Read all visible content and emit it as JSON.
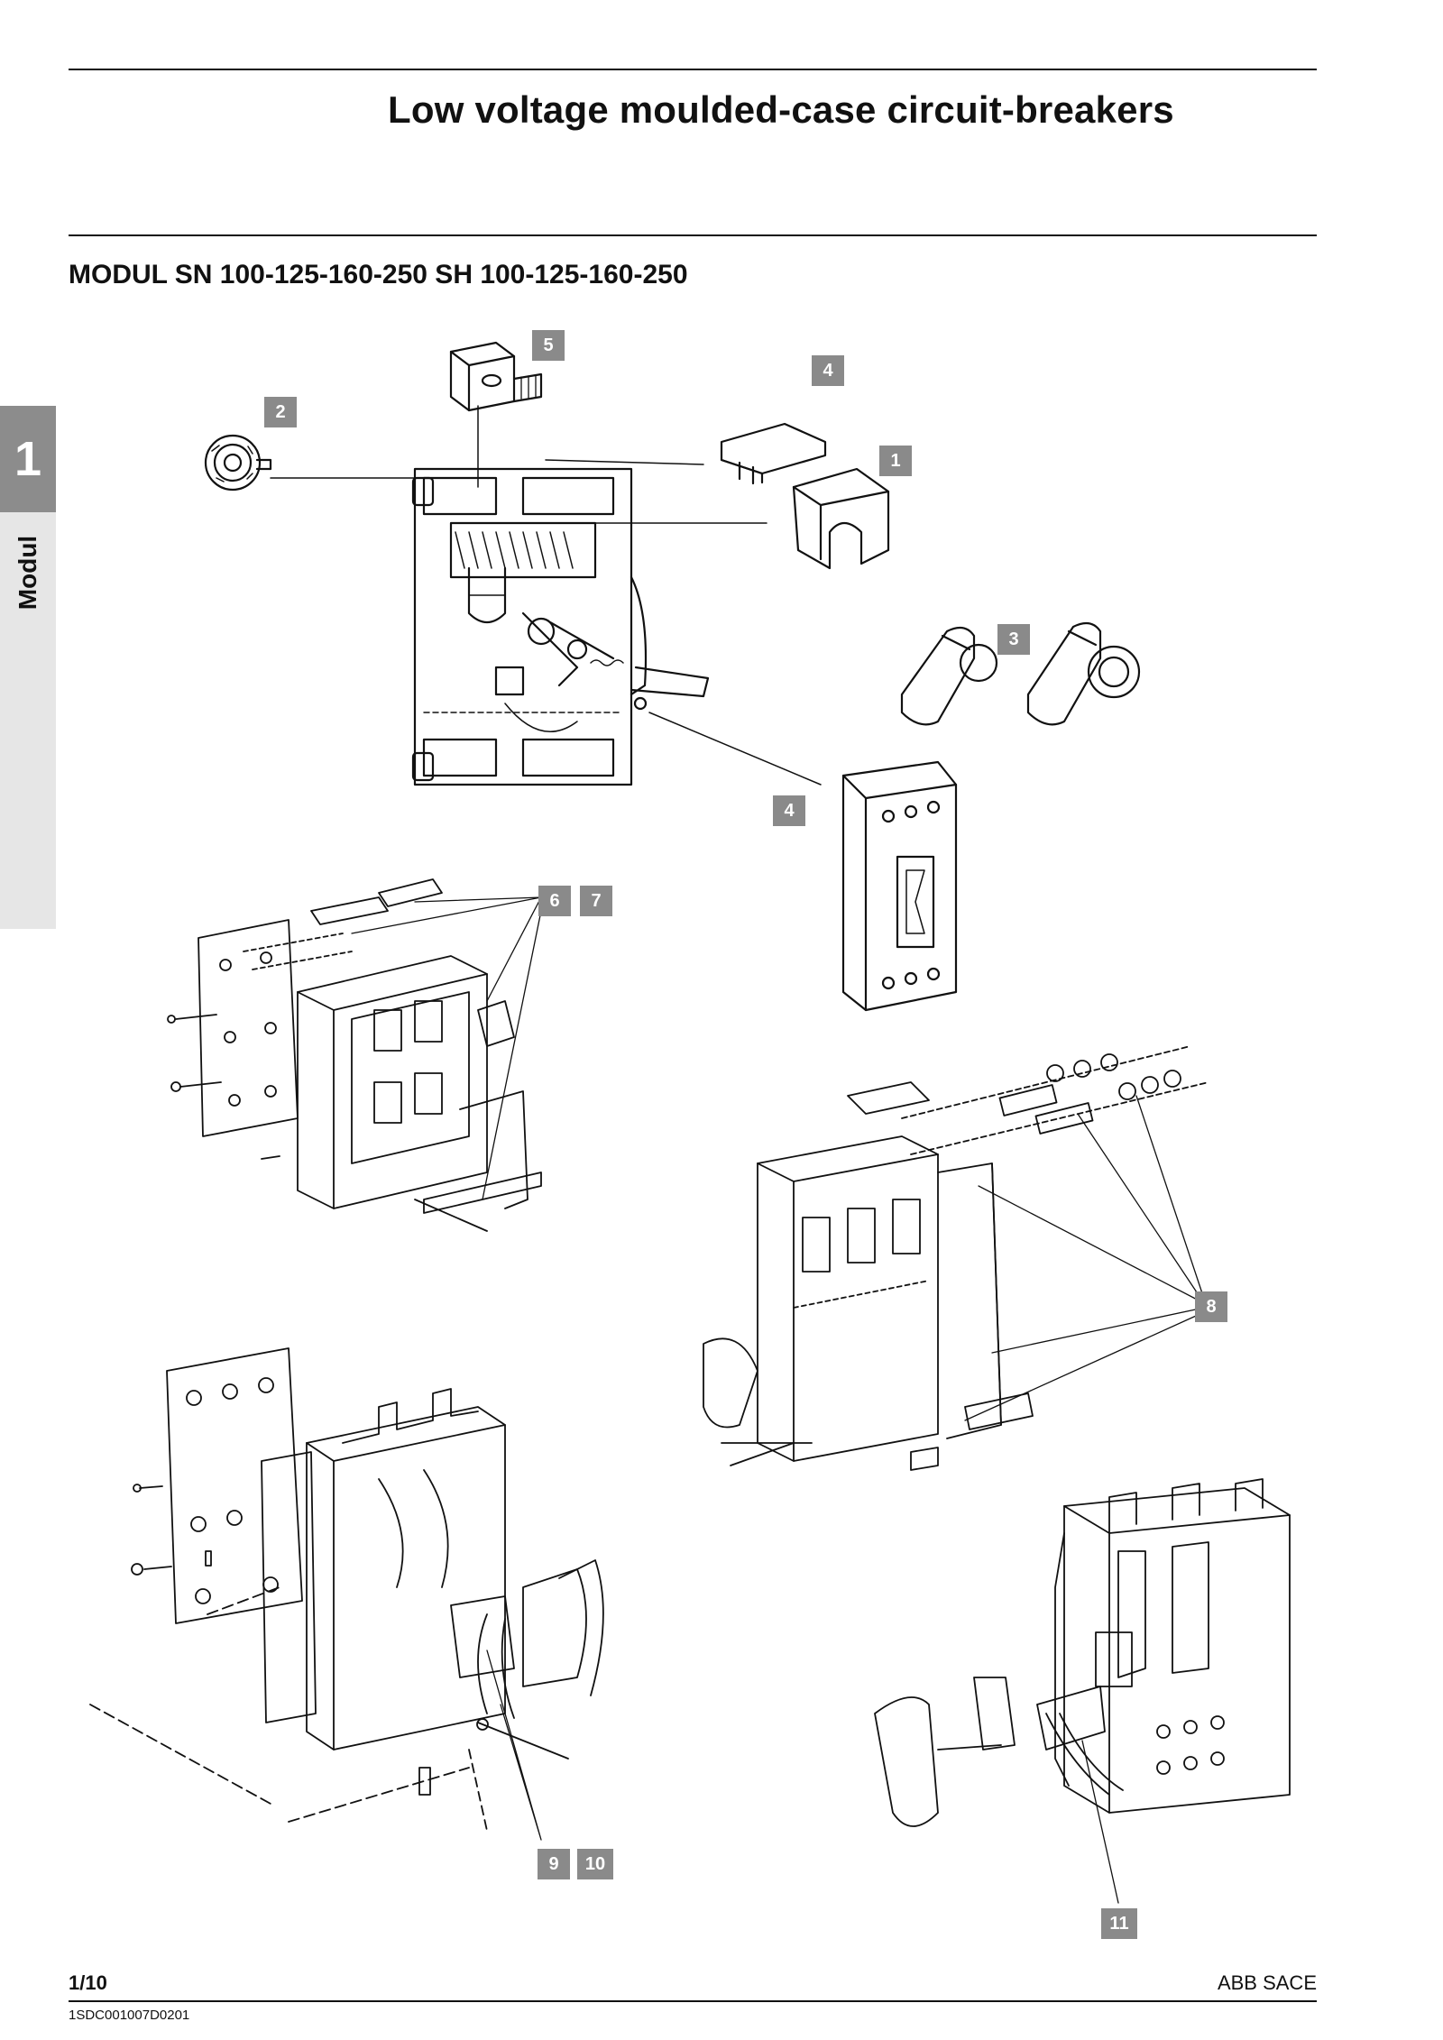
{
  "header": {
    "title": "Low voltage moulded-case circuit-breakers"
  },
  "section": {
    "title": "MODUL SN 100-125-160-250 SH 100-125-160-250"
  },
  "side_tab": {
    "number": "1",
    "label": "Modul"
  },
  "callouts": {
    "c5": "5",
    "c4a": "4",
    "c2": "2",
    "c1": "1",
    "c3": "3",
    "c4b": "4",
    "c6": "6",
    "c7": "7",
    "c8": "8",
    "c9": "9",
    "c10": "10",
    "c11": "11"
  },
  "footer": {
    "page": "1/10",
    "brand": "ABB SACE",
    "code": "1SDC001007D0201"
  }
}
